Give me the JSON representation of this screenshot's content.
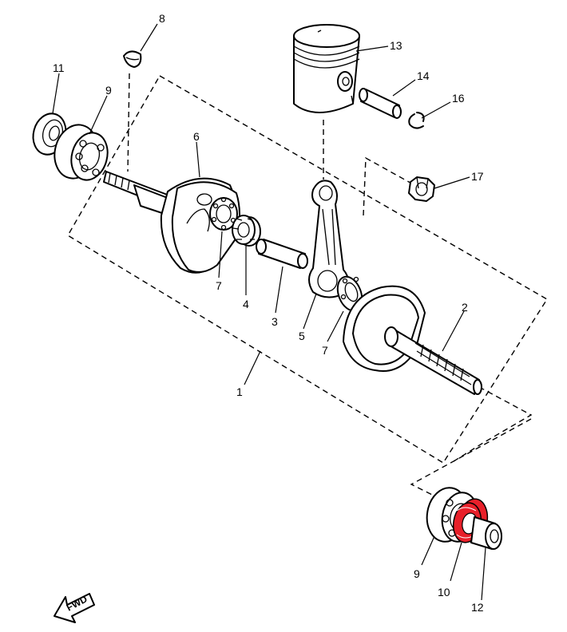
{
  "callouts": {
    "c1": "1",
    "c2": "2",
    "c3": "3",
    "c4": "4",
    "c5": "5",
    "c6": "6",
    "c7a": "7",
    "c7b": "7",
    "c8": "8",
    "c9a": "9",
    "c9b": "9",
    "c10": "10",
    "c11": "11",
    "c12": "12",
    "c13": "13",
    "c14": "14",
    "c16": "16",
    "c17": "17"
  },
  "fwd_label": "FWD",
  "colors": {
    "line": "#000000",
    "highlight": "#e8202a",
    "background": "#ffffff"
  }
}
